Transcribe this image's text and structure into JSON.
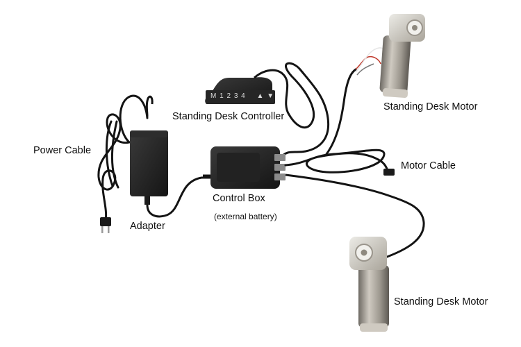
{
  "labels": {
    "power_cable": "Power Cable",
    "adapter": "Adapter",
    "controller": "Standing Desk Controller",
    "control_box": "Control Box",
    "control_box_note": "(external battery)",
    "motor_cable": "Motor Cable",
    "motor_top": "Standing Desk Motor",
    "motor_bottom": "Standing Desk Motor"
  },
  "controller_keys": {
    "m": "M",
    "k1": "1",
    "k2": "2",
    "k3": "3",
    "k4": "4",
    "up": "▲",
    "down": "▼"
  },
  "colors": {
    "background": "#ffffff",
    "device_body": "#1e1e1e",
    "cable": "#141414",
    "motor_housing": "#b7b2a9",
    "motor_gear": "#d9d6cf",
    "wire_red": "#c0392b",
    "wire_white": "#e6e6e6"
  }
}
